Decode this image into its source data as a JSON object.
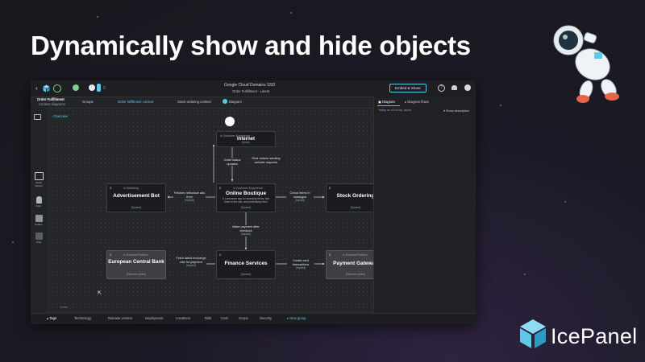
{
  "headline": "Dynamically show and hide objects",
  "brand": {
    "name": "IcePanel",
    "accent": "#5ec8e6"
  },
  "app": {
    "topbar": {
      "domain_title": "Google Cloud Domains SSD",
      "version_label": "Order Fulfillment · Latest",
      "embed_button": "Embed & Share",
      "count_badge": "0"
    },
    "breadcrumb": {
      "title": "Order Fulfillment",
      "subtitle": "Context diagrams",
      "groups": "Groups",
      "flow_active": "Order fulfillment context",
      "flow_other": "Stock ordering context",
      "diagram_button": "Diagram"
    },
    "right_panel": {
      "tab_diagram": "Diagram",
      "tab_flows": "Diagram flows",
      "timestamp": "Today at 10:24 by Jacob",
      "show_description": "Show description"
    },
    "overview_link": "Overview",
    "left_bar": {
      "model_objects": "Model Objects",
      "actor": "Actor",
      "system": "System",
      "area": "Area"
    },
    "canvas_zoom": "Visible",
    "bottom_bar": {
      "tags": "Tags",
      "items": [
        "Technology",
        "Release version",
        "Deployment",
        "Locations",
        "Risk",
        "Cost",
        "Scope",
        "Security"
      ],
      "new_group": "New group"
    },
    "nodes": {
      "internet": {
        "tag": "in Customer Experience",
        "name": "Internet",
        "type": "[Actor]"
      },
      "ads": {
        "num": "3",
        "tag": "in Marketing",
        "name": "Advertisement Bot",
        "type": "[System]"
      },
      "boutique": {
        "num": "5",
        "tag": "in Customer Experience",
        "name": "Online Boutique",
        "desc": "E-commerce app for browsing items, add them to the cart, and purchasing them",
        "type": "[System]"
      },
      "stock": {
        "num": "5",
        "name": "Stock Ordering",
        "type": "[System]"
      },
      "ecb": {
        "num": "3",
        "tag": "in External Partners",
        "name": "European Central Bank",
        "type": "[External system]"
      },
      "finance": {
        "num": "2",
        "name": "Finance Services",
        "type": "[System]"
      },
      "gateway": {
        "num": "3",
        "tag": "in External Partners",
        "name": "Payment Gateway",
        "type": "[External system]"
      }
    },
    "connections": {
      "order_status": "Order status updates",
      "real_visitors": "Real visitors sending website requests",
      "fetches_relevance": "Fetches relevance ads from",
      "check_items": "Check items in catalogue",
      "make_payment": "Make payment after checkout",
      "fetch_rate": "Fetch latest exchange rate for payment",
      "create_card": "Create card transactions",
      "implied": "[Implied]"
    }
  }
}
